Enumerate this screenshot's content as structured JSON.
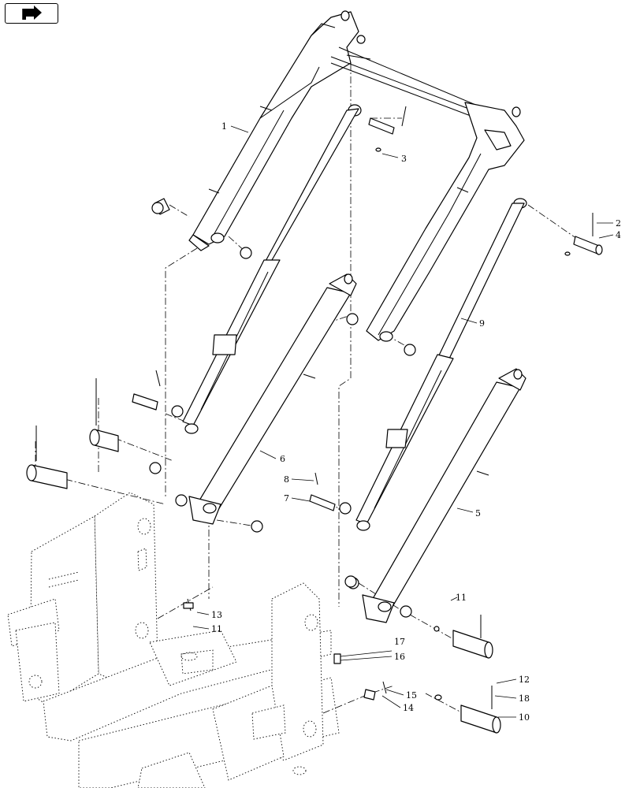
{
  "navigation": {
    "icon": "return-arrow-icon"
  },
  "callouts": [
    {
      "id": "c1",
      "label": "1"
    },
    {
      "id": "c2",
      "label": "2"
    },
    {
      "id": "c3",
      "label": "3"
    },
    {
      "id": "c4",
      "label": "4"
    },
    {
      "id": "c5",
      "label": "5"
    },
    {
      "id": "c6",
      "label": "6"
    },
    {
      "id": "c7",
      "label": "7"
    },
    {
      "id": "c8",
      "label": "8"
    },
    {
      "id": "c9",
      "label": "9"
    },
    {
      "id": "c10",
      "label": "10"
    },
    {
      "id": "c11a",
      "label": "11"
    },
    {
      "id": "c11b",
      "label": "11"
    },
    {
      "id": "c12",
      "label": "12"
    },
    {
      "id": "c13",
      "label": "13"
    },
    {
      "id": "c14",
      "label": "14"
    },
    {
      "id": "c15",
      "label": "15"
    },
    {
      "id": "c16",
      "label": "16"
    },
    {
      "id": "c17",
      "label": "17"
    },
    {
      "id": "c18",
      "label": "18"
    }
  ]
}
